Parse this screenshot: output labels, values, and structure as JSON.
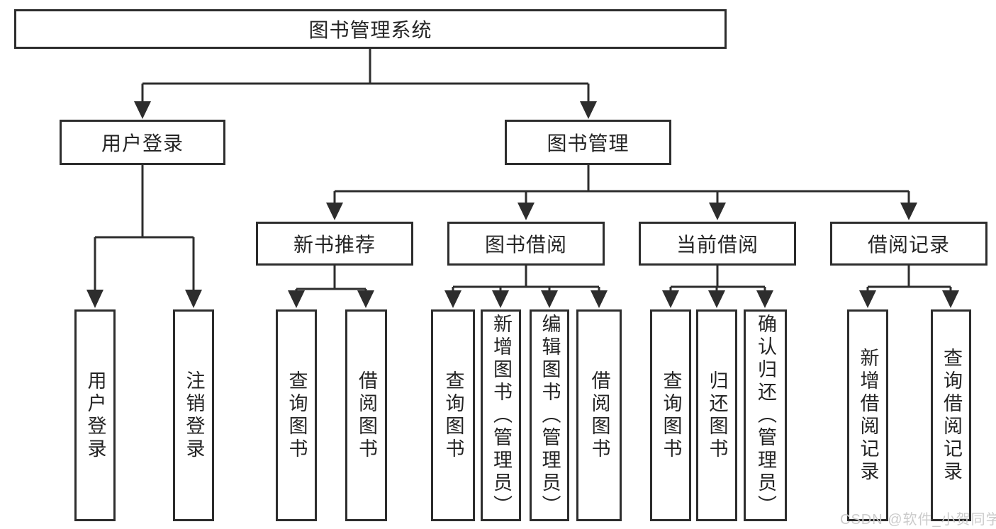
{
  "diagram_title": "图书管理系统",
  "tree": {
    "root": {
      "label": "图书管理系统"
    },
    "branches": [
      {
        "label": "用户登录",
        "children": [
          "用户登录",
          "注销登录"
        ]
      },
      {
        "label": "图书管理",
        "sections": [
          {
            "label": "新书推荐",
            "children": [
              "查询图书",
              "借阅图书"
            ]
          },
          {
            "label": "图书借阅",
            "children": [
              "查询图书",
              "新增图书（管理员）",
              "编辑图书（管理员）",
              "借阅图书"
            ]
          },
          {
            "label": "当前借阅",
            "children": [
              "查询图书",
              "归还图书",
              "确认归还（管理员）"
            ]
          },
          {
            "label": "借阅记录",
            "children": [
              "新增借阅记录",
              "查询借阅记录"
            ]
          }
        ]
      }
    ]
  },
  "watermark": {
    "text": "CSDN @软件_小贺同学"
  },
  "colors": {
    "line": "#2d2d2d",
    "text": "#242424",
    "background": "#ffffff",
    "watermark": "#cbcbcb"
  }
}
